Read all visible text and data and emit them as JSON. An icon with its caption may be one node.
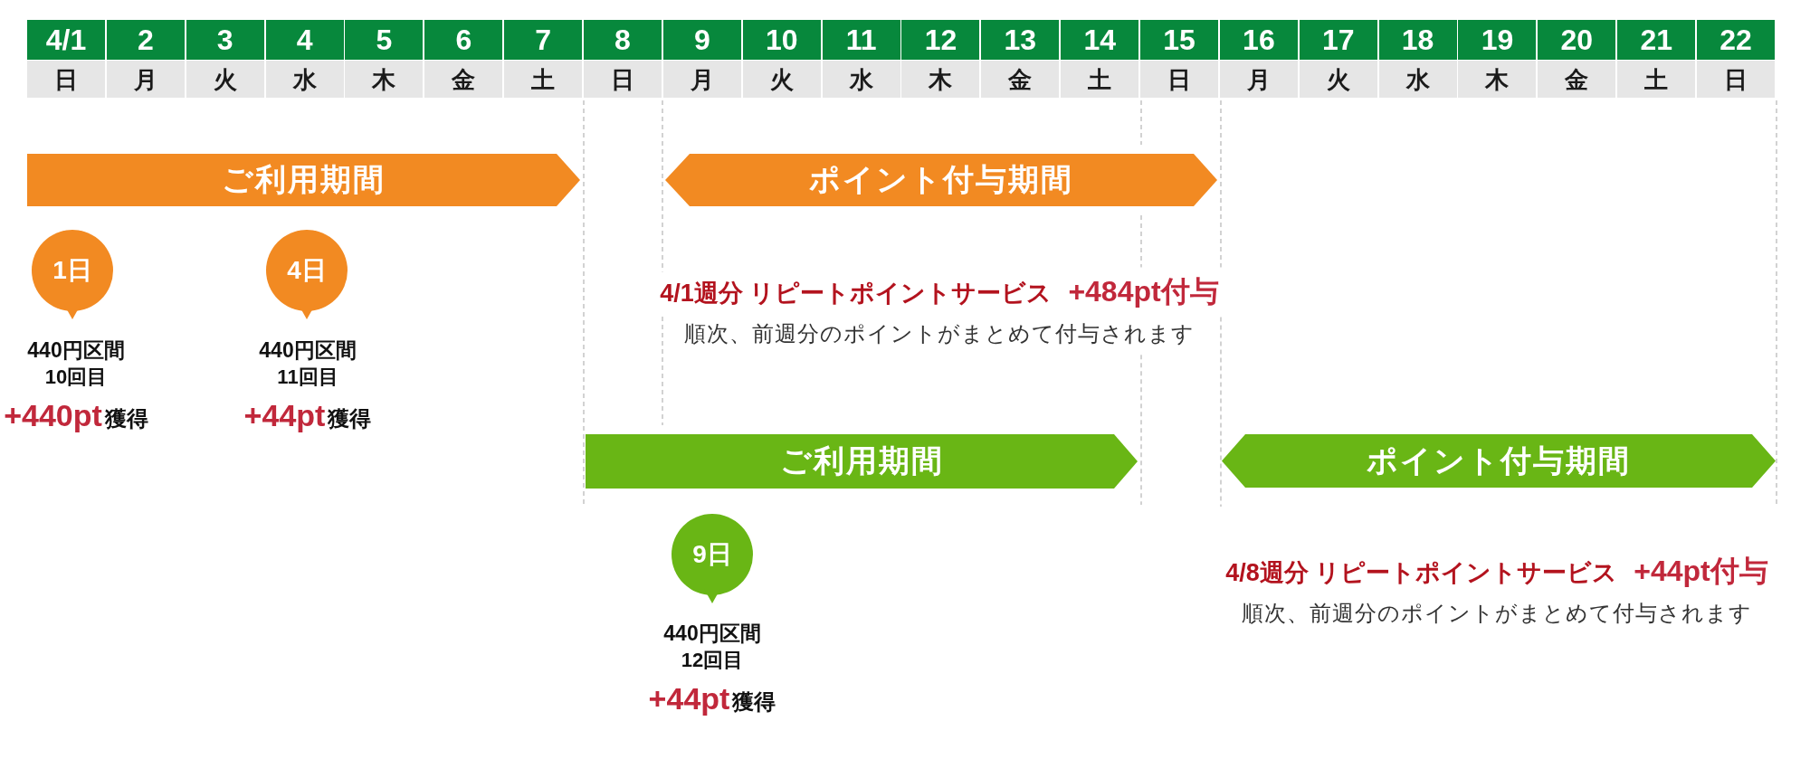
{
  "diagram": {
    "nodes": [
      {
        "text": [
          "ご利用期間"
        ]
      },
      {
        "text": [
          "ポイント付与期間"
        ],
        "beside": [
          "4/1週分 リピートポイントサービス",
          "+484pt付与",
          "順次、前週分のポイントがまとめて付与されます"
        ]
      },
      {
        "text": [
          "1日"
        ],
        "beside": [
          "440円区間",
          "10回目",
          "+440pt",
          "獲得"
        ]
      },
      {
        "text": [
          "4日"
        ],
        "beside": [
          "440円区間",
          "11回目",
          "+44pt",
          "獲得"
        ]
      },
      {
        "text": [
          "ご利用期間"
        ]
      },
      {
        "text": [
          "ポイント付与期間"
        ],
        "beside": [
          "4/8週分 リピートポイントサービス",
          "+44pt付与",
          "順次、前週分のポイントがまとめて付与されます"
        ]
      },
      {
        "text": [
          "9日"
        ],
        "beside": [
          "440円区間",
          "12回目",
          "+44pt",
          "獲得"
        ]
      }
    ],
    "labels": [
      "4/1",
      "2",
      "3",
      "4",
      "5",
      "6",
      "7",
      "8",
      "9",
      "10",
      "11",
      "12",
      "13",
      "14",
      "15",
      "16",
      "17",
      "18",
      "19",
      "20",
      "21",
      "22",
      "日",
      "月",
      "火",
      "水",
      "木",
      "金",
      "土",
      "日",
      "月",
      "火",
      "水",
      "木",
      "金",
      "土",
      "日",
      "月",
      "火",
      "水",
      "木",
      "金",
      "土",
      "日"
    ]
  }
}
